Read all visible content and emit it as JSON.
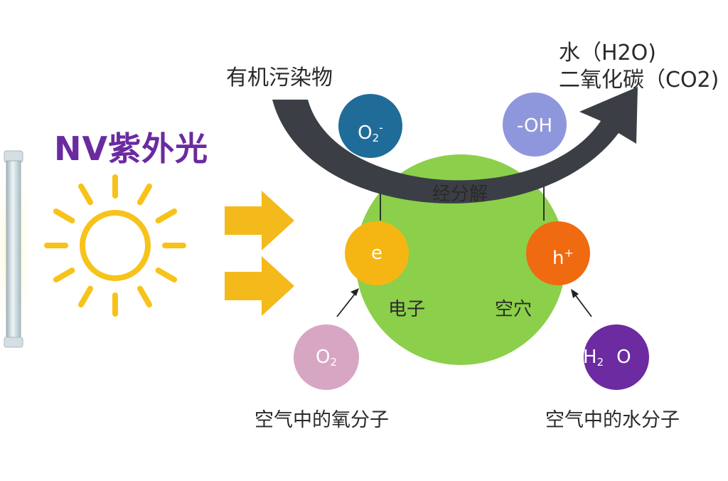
{
  "title": "NV紫外光",
  "organic_pollutant": "有机污染物",
  "products": [
    "水（H2O)",
    "二氧化碳（CO2)"
  ],
  "decomposition": "经分解",
  "electron_label": "电子",
  "hole_label": "空穴",
  "oxygen_source": "空气中的氧分子",
  "water_source": "空气中的水分子",
  "balls": {
    "superoxide": {
      "base": "O",
      "sub": "2",
      "sup": "-"
    },
    "hydroxyl": "-OH",
    "electron": "e",
    "hole": {
      "base": "h",
      "sup": "+"
    },
    "oxygen": {
      "base": "O",
      "sub": "2"
    },
    "water": {
      "base": "H",
      "sub": "2",
      "tail": "O"
    }
  },
  "colors": {
    "title": "#6a2aa0",
    "sun": "#f7c31a",
    "incoming_arrow": "#f4b91a",
    "catalyst": "#8ccf4a",
    "superoxide": "#1f6c99",
    "hydroxyl": "#8f97dc",
    "electron": "#f5b614",
    "hole": "#ef6a10",
    "oxygen": "#d7a6c2",
    "water": "#6c2ba0",
    "flow_arrow": "#3b3f45",
    "lamp": "#b9cbd2"
  },
  "icons": [
    "uv-lamp-icon",
    "sun-icon",
    "arrow-right-icon",
    "arrow-up-icon",
    "curved-arrow-icon"
  ]
}
